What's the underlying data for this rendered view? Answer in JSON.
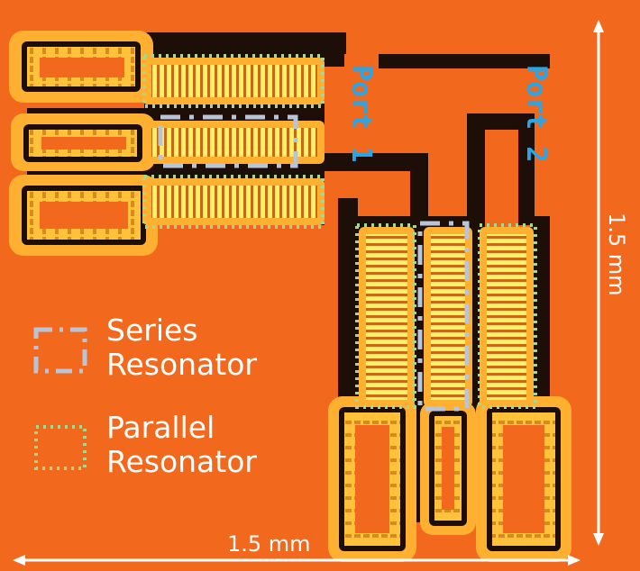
{
  "colors": {
    "substrate": "#f2681c",
    "metal_dark": "#1e0e08",
    "metal_glow": "#ffc23a",
    "finger_bright": "#fff06a",
    "port_label": "#2aa6e6",
    "series_outline": "#b8c4d8",
    "parallel_outline": "#a8d88c",
    "text": "#ffffff"
  },
  "ports": {
    "port1": "Port 1",
    "port2": "Port 2"
  },
  "dimensions": {
    "horizontal": "1.5 mm",
    "vertical": "1.5 mm"
  },
  "legend": {
    "series": {
      "line1": "Series",
      "line2": "Resonator",
      "style": "dash-dot"
    },
    "parallel": {
      "line1": "Parallel",
      "line2": "Resonator",
      "style": "dotted"
    }
  }
}
